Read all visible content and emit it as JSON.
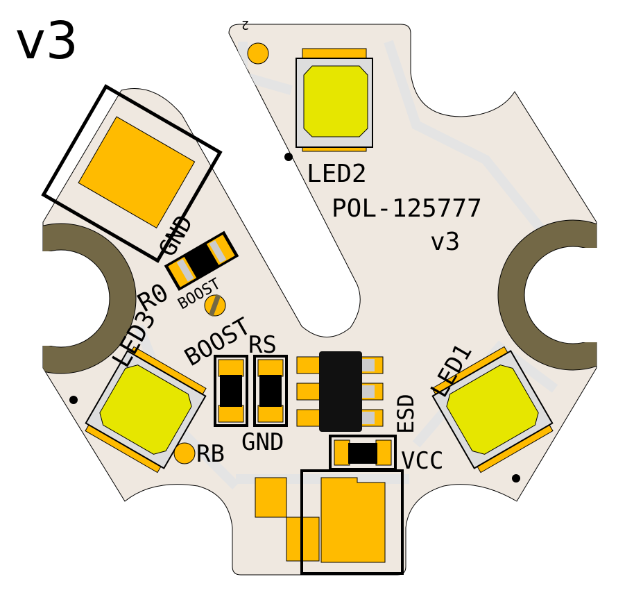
{
  "title": "v3",
  "board": {
    "colors": {
      "board": "#efe8e0",
      "trace": "#e4e4e4",
      "pad": "#ffbb00",
      "led": "#e6e600",
      "plating": "#736846",
      "ic": "#111111"
    },
    "silkscreen": {
      "corner_mark": "2",
      "led2": "LED2",
      "part_number": "POL-125777",
      "revision": "v3",
      "gnd_top": "GND",
      "r0": "R0",
      "boost_small": "BOOST",
      "led3": "LED3",
      "boost": "BOOST",
      "rs": "RS",
      "rb": "RB",
      "gnd_bottom": "GND",
      "esd": "ESD",
      "led1": "LED1",
      "vcc": "VCC"
    }
  }
}
